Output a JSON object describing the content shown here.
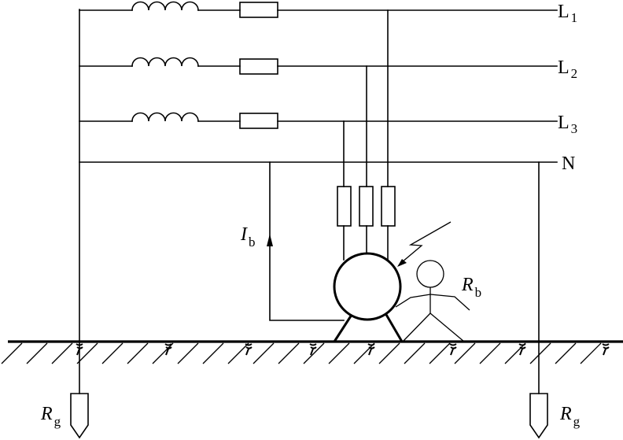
{
  "lines": [
    {
      "main": "L",
      "sub": "1"
    },
    {
      "main": "L",
      "sub": "2"
    },
    {
      "main": "L",
      "sub": "3"
    },
    {
      "main": "N",
      "sub": ""
    }
  ],
  "current_label": {
    "main": "I",
    "sub": "b"
  },
  "body_resistance": {
    "main": "R",
    "sub": "b"
  },
  "ground_left": {
    "main": "R",
    "sub": "g"
  },
  "ground_right": {
    "main": "R",
    "sub": "g"
  },
  "icons": [
    "inductor-coil",
    "fuse",
    "motor-circle",
    "lightning-bolt",
    "person",
    "ground-electrode",
    "earth-hatching"
  ]
}
